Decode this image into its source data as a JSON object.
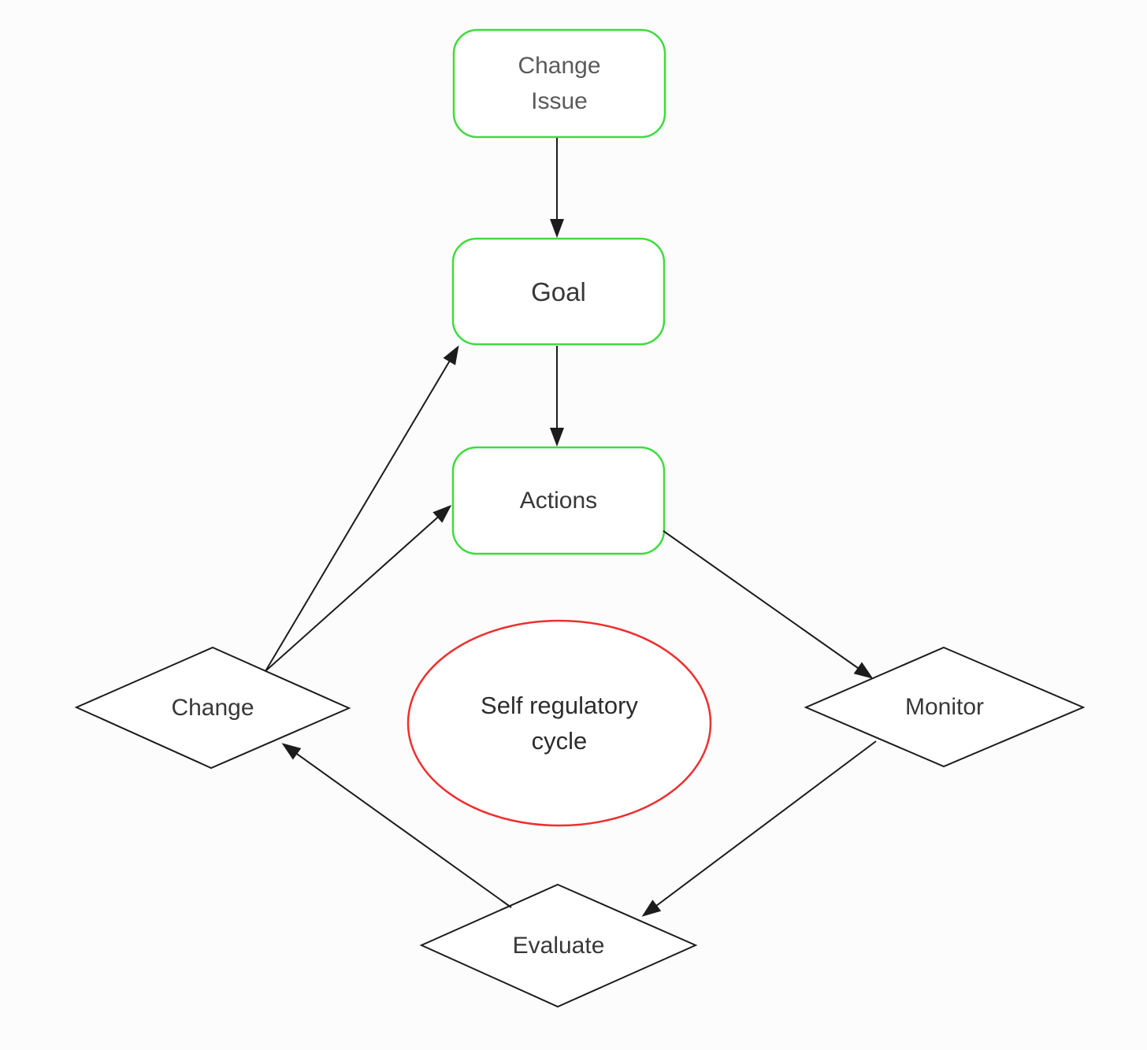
{
  "meta": {
    "type": "flowchart",
    "description": "Self regulatory cycle diagram"
  },
  "colors": {
    "background": "#fcfcfc",
    "node_border": "#3edc3f",
    "cycle_border": "#ee2f2f",
    "line": "#1c1c1c",
    "label_text": "#383838",
    "muted_text": "#5a5a5a"
  },
  "nodes": {
    "change_issue": {
      "shape": "rounded-rect",
      "line1": "Change",
      "line2": "Issue"
    },
    "goal": {
      "shape": "rounded-rect",
      "label": "Goal"
    },
    "actions": {
      "shape": "rounded-rect",
      "label": "Actions"
    },
    "change": {
      "shape": "diamond",
      "label": "Change"
    },
    "monitor": {
      "shape": "diamond",
      "label": "Monitor"
    },
    "evaluate": {
      "shape": "diamond",
      "label": "Evaluate"
    },
    "cycle": {
      "shape": "ellipse",
      "line1": "Self regulatory",
      "line2": "cycle"
    }
  },
  "edges": [
    {
      "from": "change_issue",
      "to": "goal"
    },
    {
      "from": "goal",
      "to": "actions"
    },
    {
      "from": "actions",
      "to": "monitor"
    },
    {
      "from": "monitor",
      "to": "evaluate"
    },
    {
      "from": "evaluate",
      "to": "change"
    },
    {
      "from": "change",
      "to": "goal"
    },
    {
      "from": "change",
      "to": "actions"
    }
  ]
}
